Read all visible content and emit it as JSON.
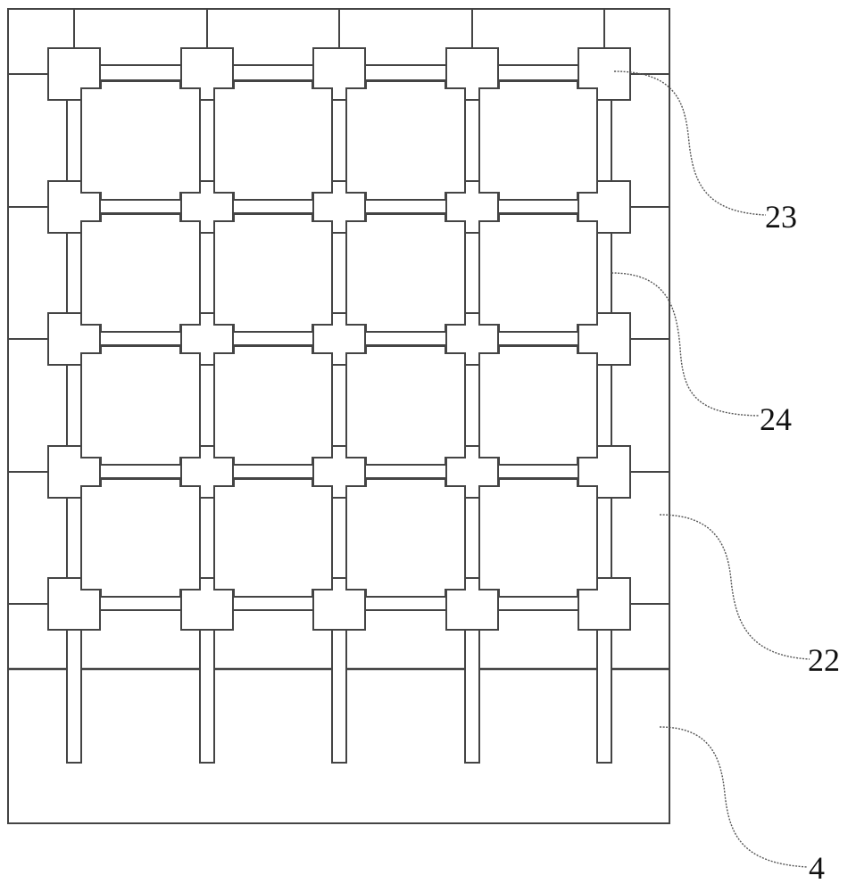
{
  "figure": {
    "labels": [
      {
        "id": "23",
        "text": "23"
      },
      {
        "id": "24",
        "text": "24"
      },
      {
        "id": "22",
        "text": "22"
      },
      {
        "id": "4",
        "text": "4"
      }
    ]
  },
  "colors": {
    "line": "#444444",
    "background": "#ffffff"
  }
}
